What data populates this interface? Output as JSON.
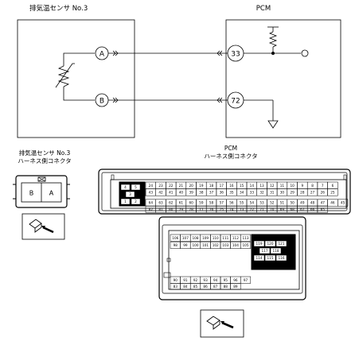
{
  "labels": {
    "sensor_title": "排気温センサ No.3",
    "pcm_title": "PCM",
    "sensor_conn_line1": "排気温センサ No.3",
    "sensor_conn_line2": "ハーネス側コネクタ",
    "pcm_conn_line1": "PCM",
    "pcm_conn_line2": "ハーネス側コネクタ"
  },
  "terminals": {
    "sensor_a": "A",
    "sensor_b": "B",
    "pcm_33": "33",
    "pcm_72": "72"
  },
  "sensor_connector": {
    "left": "B",
    "right": "A"
  },
  "pcm_main": {
    "row1": [
      "24",
      "23",
      "22",
      "21",
      "20",
      "19",
      "18",
      "17",
      "16",
      "15",
      "14",
      "13",
      "12",
      "11",
      "10",
      "9",
      "8",
      "7",
      "6"
    ],
    "row2": [
      "44",
      "43",
      "42",
      "41",
      "40",
      "39",
      "38",
      "37",
      "36",
      "35",
      "34",
      "33",
      "32",
      "31",
      "30",
      "29",
      "28",
      "27",
      "26",
      "25"
    ],
    "row3": [
      "64",
      "63",
      "62",
      "61",
      "60",
      "59",
      "58",
      "57",
      "56",
      "55",
      "54",
      "53",
      "52",
      "51",
      "50",
      "49",
      "48",
      "47",
      "46",
      "45"
    ],
    "row4": [
      "82",
      "81",
      "80",
      "79",
      "78",
      "77",
      "76",
      "75",
      "74",
      "73",
      "72",
      "71",
      "70",
      "69",
      "68",
      "67",
      "66",
      "65"
    ],
    "black_pins": [
      "4",
      "5",
      "3",
      "1",
      "2"
    ]
  },
  "pcm_sub": {
    "row1": [
      "106",
      "107",
      "108",
      "109",
      "110",
      "111",
      "112",
      "113"
    ],
    "row2": [
      "98",
      "99",
      "100",
      "101",
      "102",
      "103",
      "104",
      "105"
    ],
    "row3": [
      "90",
      "91",
      "92",
      "93",
      "94",
      "95",
      "96",
      "97"
    ],
    "row4": [
      "83",
      "84",
      "85",
      "86",
      "87",
      "88",
      "89"
    ],
    "black_pins": [
      "119",
      "120",
      "121",
      "117",
      "118",
      "114",
      "115",
      "116"
    ]
  }
}
